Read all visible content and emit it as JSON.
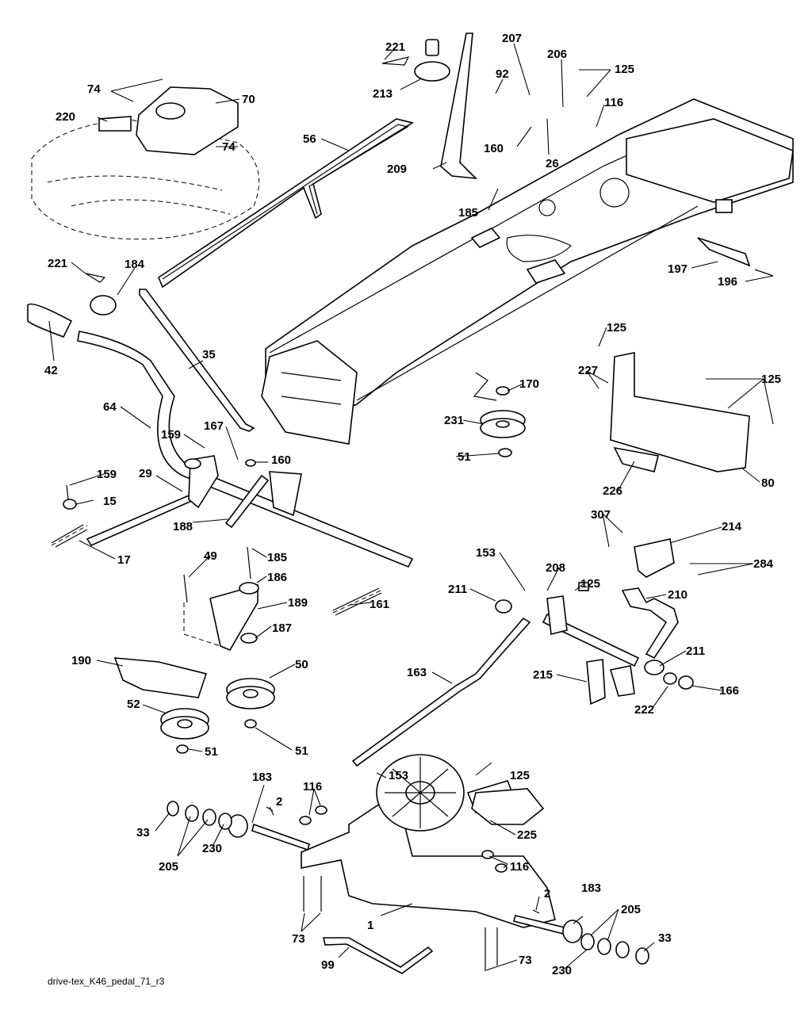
{
  "caption": "drive-tex_K46_pedal_71_r3",
  "callouts": [
    "221",
    "213",
    "207",
    "206",
    "125",
    "92",
    "74",
    "70",
    "220",
    "74",
    "56",
    "116",
    "160",
    "26",
    "209",
    "185",
    "197",
    "196",
    "221",
    "184",
    "42",
    "35",
    "64",
    "159",
    "167",
    "160",
    "29",
    "159",
    "15",
    "17",
    "188",
    "125",
    "227",
    "125",
    "170",
    "231",
    "51",
    "80",
    "226",
    "307",
    "214",
    "284",
    "153",
    "208",
    "211",
    "125",
    "210",
    "49",
    "185",
    "186",
    "189",
    "161",
    "187",
    "190",
    "50",
    "163",
    "211",
    "215",
    "222",
    "166",
    "52",
    "51",
    "51",
    "183",
    "116",
    "2",
    "153",
    "125",
    "33",
    "205",
    "230",
    "225",
    "116",
    "1",
    "2",
    "183",
    "205",
    "73",
    "73",
    "33",
    "99",
    "230"
  ]
}
